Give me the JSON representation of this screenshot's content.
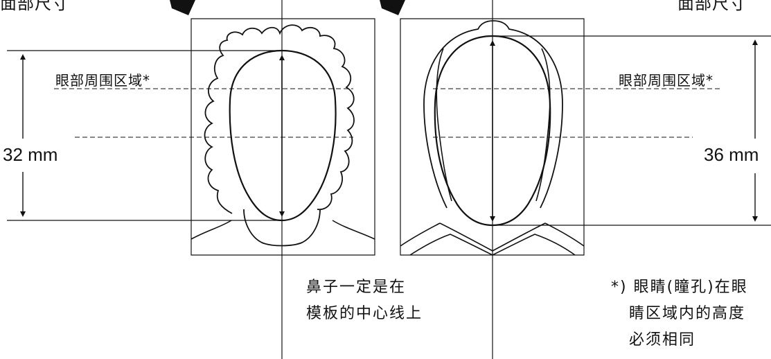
{
  "labels": {
    "top_left_partial": "面部尺寸",
    "top_right_partial": "面部尺寸",
    "eye_zone_left": "眼部周围区域*",
    "eye_zone_right": "眼部周围区域*",
    "dim_left": "32 mm",
    "dim_right": "36 mm",
    "nose_note": "鼻子一定是在\n模板的中心线上",
    "eye_note_1": "*) 眼睛(瞳孔)在眼",
    "eye_note_2": "睛区域内的高度",
    "eye_note_3": "必须相同"
  },
  "colors": {
    "ink": "#111111",
    "background": "#ffffff"
  }
}
